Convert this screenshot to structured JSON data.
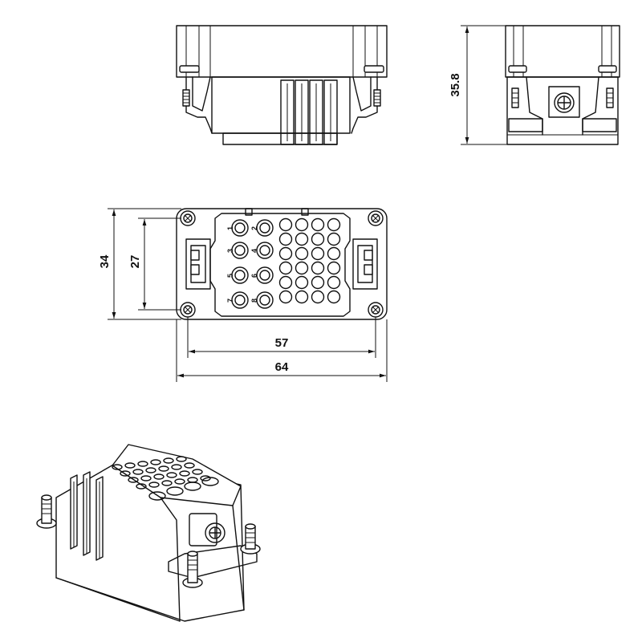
{
  "dimensions": {
    "height_side": "35.8",
    "height_overall": "34",
    "height_mount": "27",
    "width_mount": "57",
    "width_overall": "64"
  },
  "pin_labels": [
    "1",
    "2",
    "3",
    "4",
    "5",
    "6",
    "7",
    "8"
  ]
}
